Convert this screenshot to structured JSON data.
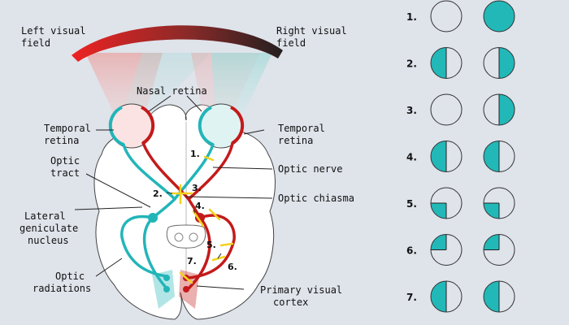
{
  "labels": {
    "left_visual_field": [
      "Left visual",
      "field"
    ],
    "right_visual_field": [
      "Right visual",
      "field"
    ],
    "nasal_retina": "Nasal retina",
    "temporal_retina_left": [
      "Temporal",
      "retina"
    ],
    "temporal_retina_right": [
      "Temporal",
      "retina"
    ],
    "optic_tract": [
      "Optic",
      "tract"
    ],
    "optic_nerve": "Optic nerve",
    "optic_chiasma": "Optic chiasma",
    "lateral_geniculate_nucleus": [
      "Lateral",
      "geniculate",
      "nucleus"
    ],
    "optic_radiations": [
      "Optic",
      "radiations"
    ],
    "primary_visual_cortex": [
      "Primary visual",
      "cortex"
    ]
  },
  "lesion_markers": [
    "1.",
    "2.",
    "3.",
    "4.",
    "5.",
    "6.",
    "7."
  ],
  "visual_field_defects": [
    {
      "label": "1.",
      "left_eye": "clear",
      "right_eye": "full"
    },
    {
      "label": "2.",
      "left_eye": "left-half",
      "right_eye": "right-half"
    },
    {
      "label": "3.",
      "left_eye": "clear",
      "right_eye": "right-half"
    },
    {
      "label": "4.",
      "left_eye": "left-half",
      "right_eye": "left-half"
    },
    {
      "label": "5.",
      "left_eye": "lower-left-quarter",
      "right_eye": "lower-left-quarter"
    },
    {
      "label": "6.",
      "left_eye": "upper-left-quarter",
      "right_eye": "upper-left-quarter"
    },
    {
      "label": "7.",
      "left_eye": "left-half",
      "right_eye": "left-half"
    }
  ],
  "colors": {
    "background": "#dfe3ea",
    "left_pathway": "#22b5b8",
    "right_pathway": "#c41a1a",
    "lesion": "#f4d21f",
    "defect_fill": "#22b8b8",
    "field_gradient": [
      "#e8211d",
      "#231f20"
    ]
  }
}
